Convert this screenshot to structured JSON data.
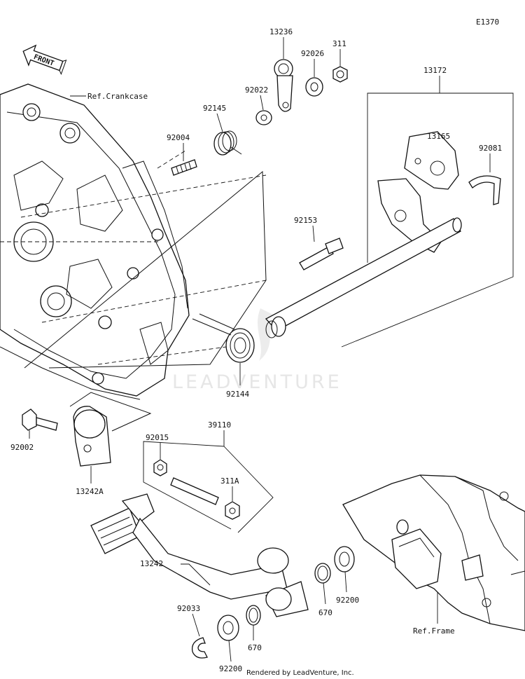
{
  "diagram_code": "E1370",
  "front_label": "FRONT",
  "watermark": "LEADVENTURE",
  "credit": "Rendered by LeadVenture, Inc.",
  "references": {
    "crankcase": "Ref.Crankcase",
    "frame": "Ref.Frame"
  },
  "part_labels": {
    "p13236": "13236",
    "p311": "311",
    "p92026": "92026",
    "p92022": "92022",
    "p13172": "13172",
    "p92145": "92145",
    "p13165": "13165",
    "p92081": "92081",
    "p92004": "92004",
    "p92153": "92153",
    "p92144": "92144",
    "p92002": "92002",
    "p39110": "39110",
    "p92015": "92015",
    "p13242A": "13242A",
    "p311A": "311A",
    "p13242": "13242",
    "p670a": "670",
    "p92200a": "92200",
    "p92033": "92033",
    "p670b": "670",
    "p92200b": "92200"
  }
}
